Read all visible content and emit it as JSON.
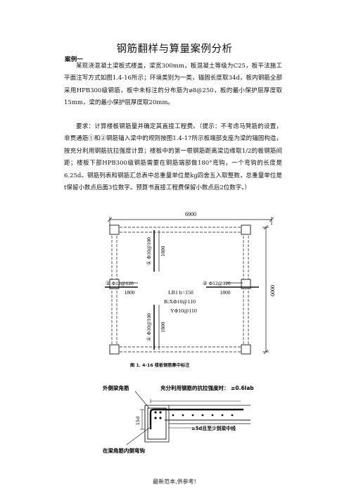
{
  "doc": {
    "title": "钢筋翻样与算量案例分析",
    "section": "案例一",
    "para1": "某现浇混凝土梁板式楼盖，梁宽300mm，板混凝土等级为C25，板平法施工平面注写方式如图1.4-16所示；环境类别为一类，锚固长度取34d，板内钢筋全部采用HPB300级钢筋，板中未标注的分布筋为⌀8@250，板的最小保护层厚度取15mm，梁的最小保护层厚度取20mm。",
    "para2": "要求：计算楼板钢筋量并确定其直接工程费。（提示：不考虑马凳筋的设置，非贯通筋①和②钢筋锚入梁中的规则按图1.4-17所示板端部支座为梁的锚固构造，按充分利用钢筋抗拉强度计算；楼板中的第一根钢筋距离梁边缘取1/2的板钢筋间距；楼板下部HPB300级钢筋需要在钢筋端部做180°弯钩，一个弯钩的长度是6.25d。钢筋列表和钢筋汇总表中总重量单位是kg四舍五入取整数，总重量单位是t保留小数点后面3位数字。预算书直接工程费保留小数点后2位数字。）",
    "footer": "最新范本,供参考!"
  },
  "figure1": {
    "dim_top": "6900",
    "dim_right": "6000",
    "bar1_top_label": "① Φ10@100",
    "bar1_top_len": "1800",
    "bar1_bot_label": "① Φ10@100",
    "bar1_bot_len": "1800",
    "bar2_left_label": "② Φ12@120",
    "bar2_left_len": "1800",
    "bar2_right_label": "② Φ12@120",
    "bar2_right_len": "1800",
    "lb_line1": "LB1  h=150",
    "lb_line2": "B:XΦ10@110",
    "lb_line3": "YΦ10@110",
    "caption": "图 1. 4-16   楼板钢筋集中标注"
  },
  "figure2": {
    "label_outer": "外侧梁角筋",
    "label_top": "充分利用钢筋的抗拉强度时： ≥0.6lab",
    "label_dim": "15d",
    "label_mid": "≥5d且至少到梁中线",
    "label_bottom": "在梁角筋内侧弯钩"
  }
}
